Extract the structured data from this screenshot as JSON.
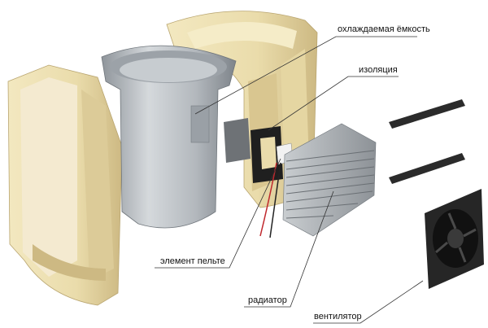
{
  "labels": {
    "cooled_container": "охлаждаемая ёмкость",
    "insulation": "изоляция",
    "peltier_element": "элемент пельте",
    "radiator": "радиатор",
    "fan": "вентилятор"
  },
  "colors": {
    "insulation": "#efe3b8",
    "insulation_shade": "#d8c48e",
    "container": "#b9bec3",
    "radiator": "#a8acb0",
    "fan": "#2a2a2a",
    "leader": "#333333"
  }
}
